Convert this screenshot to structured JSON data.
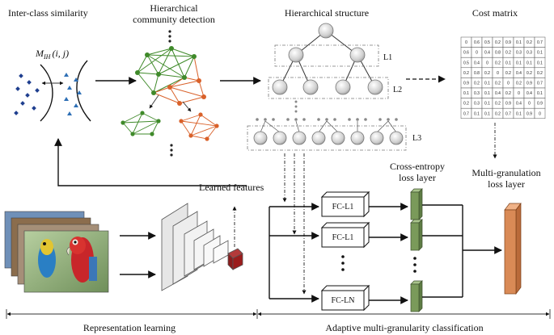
{
  "labels": {
    "inter_class_similarity": "Inter-class similarity",
    "similarity_formula": "M",
    "similarity_formula_sub": "IH",
    "similarity_formula_args": "(i, j)",
    "community_detection_line1": "Hierarchical",
    "community_detection_line2": "community detection",
    "hierarchical_structure": "Hierarchical structure",
    "cost_matrix": "Cost matrix",
    "level1": "L1",
    "level2": "L2",
    "level3": "L3",
    "learned_features": "Learned features",
    "cross_entropy_line1": "Cross-entropy",
    "cross_entropy_line2": "loss layer",
    "multi_gran_line1": "Multi-granulation",
    "multi_gran_line2": "loss layer",
    "fc_layers": [
      "FC-L1",
      "FC-L1",
      "FC-LN"
    ],
    "representation_learning": "Representation learning",
    "adaptive_classification": "Adaptive multi-granularity classification"
  },
  "cost_matrix": {
    "rows": [
      [
        "0",
        "0.6",
        "0.5",
        "0.2",
        "0.9",
        "0.1",
        "0.2",
        "0.7"
      ],
      [
        "0.6",
        "0",
        "0.4",
        "0.8",
        "0.2",
        "0.3",
        "0.3",
        "0.1"
      ],
      [
        "0.5",
        "0.4",
        "0",
        "0.2",
        "0.1",
        "0.1",
        "0.1",
        "0.1"
      ],
      [
        "0.2",
        "0.8",
        "0.2",
        "0",
        "0.2",
        "0.4",
        "0.2",
        "0.2"
      ],
      [
        "0.9",
        "0.2",
        "0.1",
        "0.2",
        "0",
        "0.2",
        "0.9",
        "0.7"
      ],
      [
        "0.1",
        "0.3",
        "0.1",
        "0.4",
        "0.2",
        "0",
        "0.4",
        "0.1"
      ],
      [
        "0.2",
        "0.3",
        "0.1",
        "0.2",
        "0.9",
        "0.4",
        "0",
        "0.9"
      ],
      [
        "0.7",
        "0.1",
        "0.1",
        "0.2",
        "0.7",
        "0.1",
        "0.9",
        "0"
      ]
    ]
  },
  "colors": {
    "green": "#3f8a2a",
    "orange": "#d9612a",
    "scatter_blue": "#1f3f8f",
    "fc_block": "#7a9a5a",
    "multi_gran_block": "#d98a56",
    "feature_red": "#9b1c1c"
  }
}
